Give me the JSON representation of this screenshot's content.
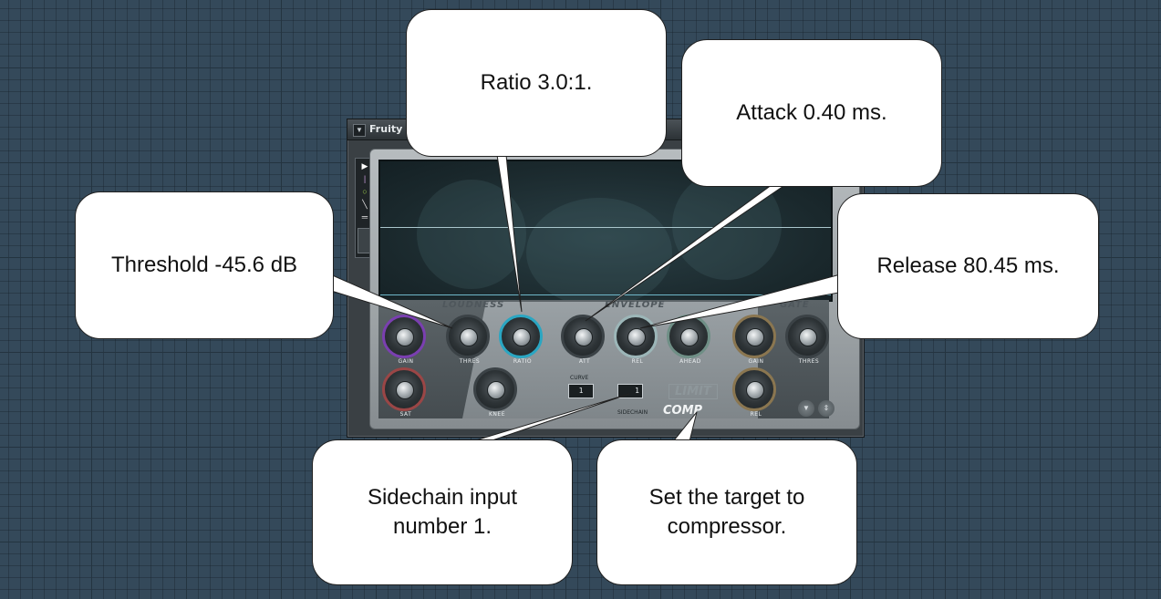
{
  "plugin": {
    "title": "Fruity Li",
    "menu_icon": "triangle-down-icon",
    "sections": {
      "loudness": "LOUDNESS",
      "envelope": "ENVELOPE",
      "noise_gate": "GATE"
    },
    "knobs": [
      {
        "id": "gain",
        "label": "GAIN",
        "ring": "#7a3fb0"
      },
      {
        "id": "thres",
        "label": "THRES",
        "ring": "#3b4246"
      },
      {
        "id": "ratio",
        "label": "RATIO",
        "ring": "#2aa6c2"
      },
      {
        "id": "att",
        "label": "ATT",
        "ring": "#3b4246"
      },
      {
        "id": "rel",
        "label": "REL",
        "ring": "#9cb6b8"
      },
      {
        "id": "ahead",
        "label": "AHEAD",
        "ring": "#6f8f86"
      },
      {
        "id": "gate-gain",
        "label": "GAIN",
        "ring": "#8a7650"
      },
      {
        "id": "gate-thres",
        "label": "THRES",
        "ring": "#3b4246"
      },
      {
        "id": "sat",
        "label": "SAT",
        "ring": "#9a4646"
      },
      {
        "id": "knee",
        "label": "KNEE",
        "ring": "#3b4246"
      },
      {
        "id": "gate-rel",
        "label": "REL",
        "ring": "#8a7650"
      }
    ],
    "curve": {
      "label": "CURVE",
      "value": "1"
    },
    "sidechain": {
      "label": "SIDECHAIN",
      "value": "1"
    },
    "mode": {
      "limit": "LIMIT",
      "comp": "COMP"
    }
  },
  "callouts": {
    "ratio": "Ratio 3.0:1.",
    "attack": "Attack 0.40 ms.",
    "threshold": "Threshold -45.6 dB",
    "release": "Release 80.45 ms.",
    "sidechain": "Sidechain input number 1.",
    "target": "Set the target to compressor."
  }
}
